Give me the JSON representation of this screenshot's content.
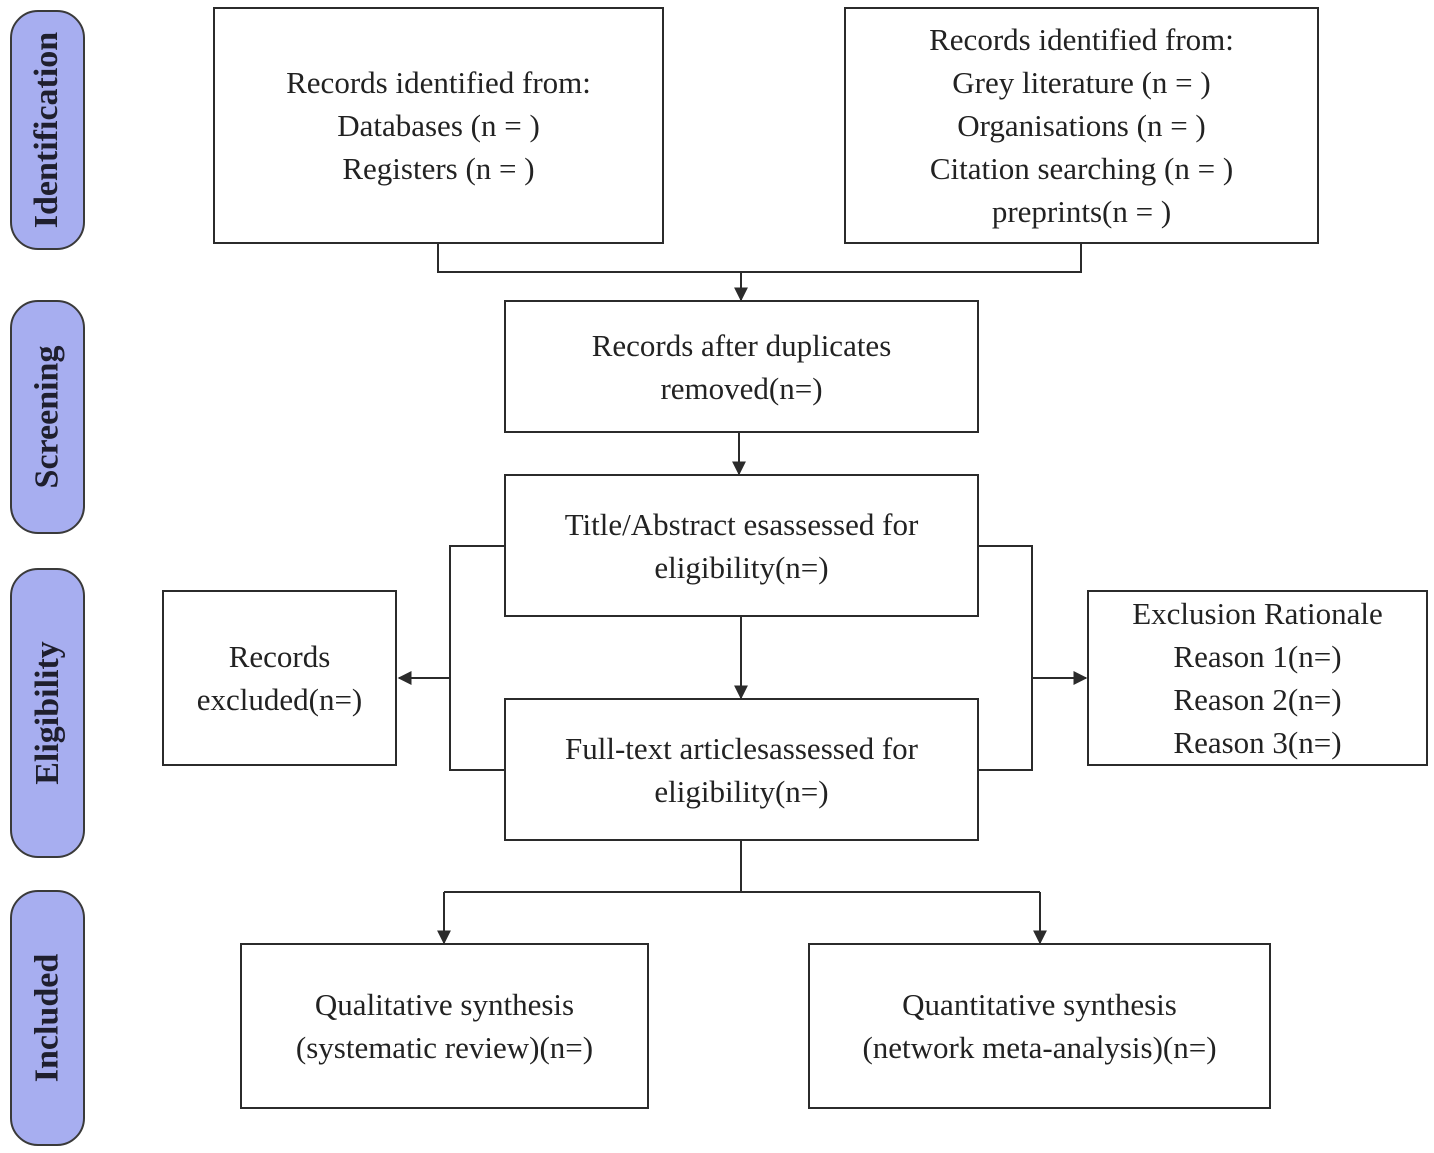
{
  "phases": {
    "identification": "Identification",
    "screening": "Screening",
    "eligibility": "Eligibility",
    "included": "Included"
  },
  "boxes": {
    "databases": [
      "Records identified from:",
      "Databases (n = )",
      "Registers (n = )"
    ],
    "other_sources": [
      "Records identified from:",
      "Grey literature (n = )",
      "Organisations (n = )",
      "Citation searching (n = )",
      "preprints(n = )"
    ],
    "duplicates_removed": [
      "Records after duplicates",
      "removed(n=)"
    ],
    "title_abstract": [
      "Title/Abstract esassessed for",
      "eligibility(n=)"
    ],
    "full_text": [
      "Full-text articlesassessed for",
      "eligibility(n=)"
    ],
    "records_excluded": [
      "Records",
      "excluded(n=)"
    ],
    "exclusion_rationale": [
      "Exclusion Rationale",
      "Reason 1(n=)",
      "Reason 2(n=)",
      "Reason 3(n=)"
    ],
    "qualitative": [
      "Qualitative synthesis",
      "(systematic review)(n=)"
    ],
    "quantitative": [
      "Quantitative synthesis",
      "(network meta-analysis)(n=)"
    ]
  }
}
